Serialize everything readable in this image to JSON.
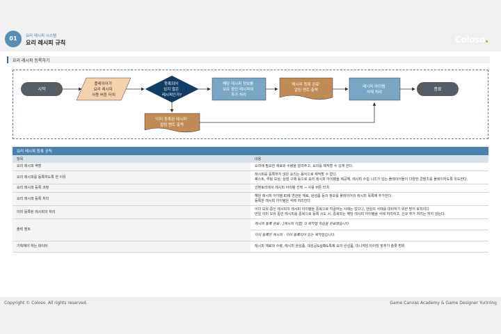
{
  "header": {
    "badge": "01",
    "subtitle": "요리 레시피 시스템",
    "title": "요리 레시피 규칙",
    "logo": "Coloso"
  },
  "section": {
    "title": "요리 레시피 등록하기"
  },
  "flow": {
    "start": "시작",
    "step1": [
      "플레이어가",
      "요리 레시피",
      "사용 버튼 터치"
    ],
    "decision": [
      "등록되어",
      "있지 않은",
      "레시피인가?"
    ],
    "step2": [
      "해당 레시피 정보를",
      "보유 중인 레시피에",
      "추가 처리"
    ],
    "step3": [
      "'레시피 등록 완료'",
      "알림 멘트 출력"
    ],
    "step4": [
      "레시피 아이템",
      "삭제 처리"
    ],
    "end": "종료",
    "alt": [
      "'이미 등록된 레시피'",
      "알림 멘트 출력"
    ]
  },
  "table": {
    "title": "요리 레시피 등록 규칙",
    "col1": "항목",
    "col2": "내용",
    "rows": [
      {
        "key": "요리 레시피 역할",
        "lines": [
          "요리에 필요한 재료와 수량을 알려주고, 요리를 제작할 수 있게 한다."
        ]
      },
      {
        "key": "요리 레시피를 등록하도록 한 이유",
        "lines": [
          "레시피를 등록하지 않은 요리는 음식으로 제작할 수 없다.",
          "퀘스트, 루팅 보상, 상점 구매 등으로 요리 레시피 아이템을 제공해, 레시피 수집 니즈가 있는 플레이어들이 다양한 콘텐츠를 플레이하도록 유도한다."
        ]
      },
      {
        "key": "요리 레시피 등록 과정",
        "lines": [
          "인벤토리에서 레시피 아이템 선택 → 사용 버튼 터치"
        ]
      },
      {
        "key": "요리 레시피 등록 처리",
        "lines": [
          "해당 레시피 아이템 ID에 연관된 재료, 완성품 등의 정보를 플레이어의 레시피 목록에 추가한다.",
          "등록한 레시피 아이템은 삭제 처리한다."
        ]
      },
      {
        "key": "이미 등록된 레시피의 처리",
        "lines": [
          "이미 보유 중인 레시피의 레시피 아이템을 중복으로 지급하는 사례는 없으나, 만일의 사태를 대비하기 위한 방어 로직이다.",
          "만일 이미 보유 중인 레시피를 중복으로 등록 시도 시, 중복되는 해당 레시피 아이템을 삭제 처리하고, 신규 추가 처리는 하지 않는다."
        ]
      },
      {
        "key": "출력 멘트",
        "lines": [
          "레시피 등록 완료 : [레시피 이름] 의 제작법 학습을 완료했습니다."
        ],
        "italic": true
      },
      {
        "key": "",
        "lines": [
          "이미 등록된 레시피 : 이미 등록되어 있는 제작법입니다."
        ],
        "italic": true
      },
      {
        "key": "기획해야 하는 데이터",
        "lines": [
          "레시피 재료와 수량, 레시피 완성품, 대성공&실패&특제 요리 완성품, 미니게임 타이밍 맞추기 슬롯 범위"
        ]
      }
    ]
  },
  "footer": {
    "copyright": "Copyright © Coloso. All rights reserved.",
    "credit": "Game Canvas Academy & Game Designer Yurirring"
  }
}
